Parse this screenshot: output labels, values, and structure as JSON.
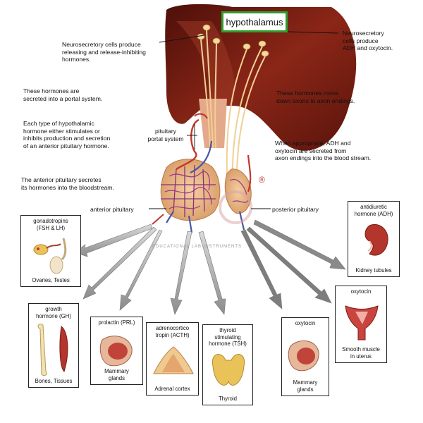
{
  "title": "hypothalamus",
  "labels": {
    "neurosecretory_left": "Neurosecretory cells produce\nreleasing and release-inhibiting\nhormones.",
    "neurosecretory_right": "Neurosecretory\ncells produce\nADH and oxytocin.",
    "portal_system_note": "These hormones are\nsecreted into a portal system.",
    "axon_note": "These hormones move\ndown axons to axon endings.",
    "each_type_note": "Each type of hypothalamic\nhormone either stimulates or\ninhibits production and secretion\nof an anterior pituitary hormone.",
    "pituitary_portal": "pituitary\nportal system",
    "adh_release_note": "When appropriate, ADH and\noxytocin are secreted from\naxon endings into the blood stream.",
    "anterior_secretes_note": "The anterior pituitary secretes\nits hormones into the bloodstream.",
    "anterior_pituitary": "anterior pituitary",
    "posterior_pituitary": "posterior pituitary",
    "watermark": "EDUCATIONAL LAB INSTRUMENTS",
    "registered": "®"
  },
  "targets": [
    {
      "id": "gonado",
      "top": "gonadotropins\n(FSH & LH)",
      "bottom": "Ovaries, Testes"
    },
    {
      "id": "growth",
      "top": "growth\nhormone (GH)",
      "bottom": "Bones, Tissues"
    },
    {
      "id": "prolactin",
      "top": "prolactin (PRL)",
      "bottom": "Mammary\nglands"
    },
    {
      "id": "acth",
      "top": "adrenocortico\ntropin (ACTH)",
      "bottom": "Adrenal cortex"
    },
    {
      "id": "tsh",
      "top": "thyroid\nstimulating\nhormone (TSH)",
      "bottom": "Thyroid"
    },
    {
      "id": "oxytocin-mammary",
      "top": "oxytocin",
      "bottom": "Mammary\nglands"
    },
    {
      "id": "oxytocin-uterus",
      "top": "oxytocin",
      "bottom": "Smooth muscle\nin uterus"
    },
    {
      "id": "adh",
      "top": "antidiuretic\nhormone (ADH)",
      "bottom": "Kidney tubules"
    }
  ],
  "colors": {
    "brain": "#6e1a12",
    "brain_light": "#9a2e20",
    "pituitary": "#e9b98c",
    "vessel_red": "#c0392b",
    "vessel_blue": "#4a55a8",
    "arrow": "#9e9e9e",
    "title_border": "#2f9e2f"
  }
}
